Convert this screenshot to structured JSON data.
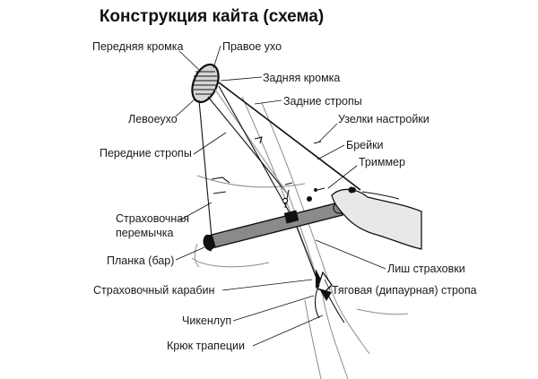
{
  "title": "Конструкция кайта (схема)",
  "labels": {
    "leading_edge": "Передняя кромка",
    "right_tip": "Правое ухо",
    "trailing_edge": "Задняя кромка",
    "rear_lines": "Задние стропы",
    "left_tip": "Левоеухо",
    "adjust_knots": "Узелки настройки",
    "front_lines": "Передние стропы",
    "bridles": "Брейки",
    "trimmer": "Триммер",
    "safety_line_1": "Страховочная",
    "safety_line_2": "перемычка",
    "bar": "Планка (бар)",
    "safety_leash": "Лиш страховки",
    "safety_carabiner": "Страховочный карабин",
    "depower_line": "Тяговая (дипаурная) стропа",
    "chicken_loop": "Чикенлуп",
    "harness_hook": "Крюк трапеции"
  },
  "colors": {
    "ink": "#111111",
    "bar_fill": "#8a8a8a",
    "hand_fill": "#e8e8e8",
    "kite_fill": "#d6d6d6",
    "outline": "#8c8c8c"
  }
}
